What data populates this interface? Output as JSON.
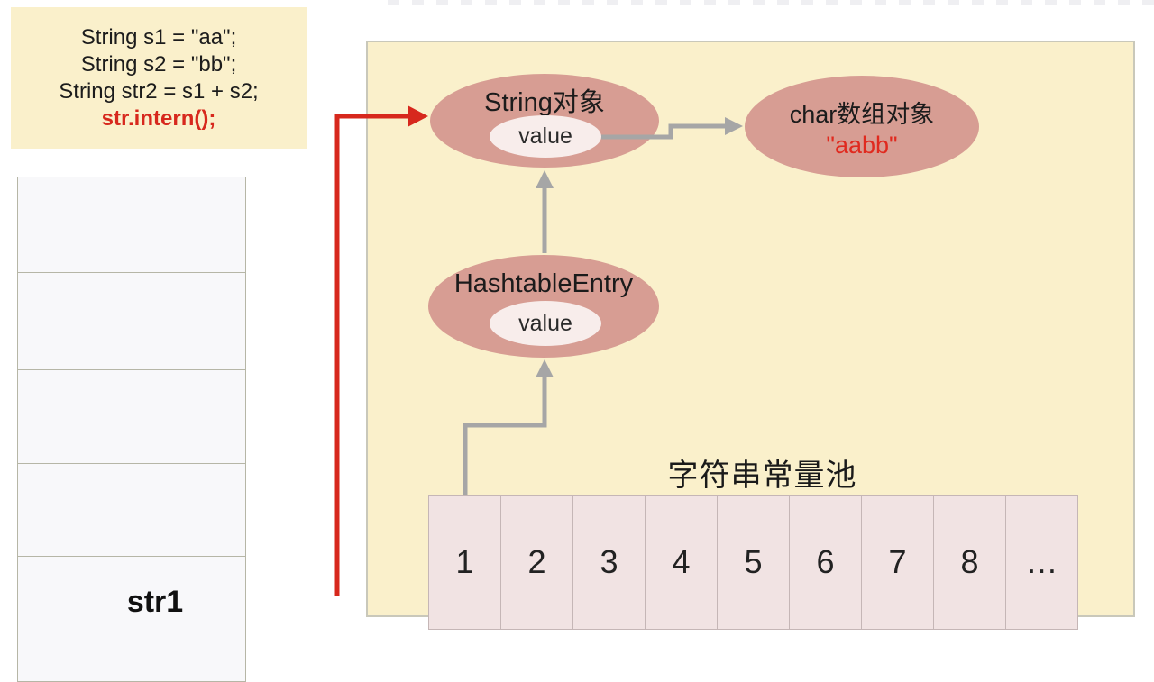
{
  "code_block": {
    "lines": [
      "String s1 = \"aa\";",
      "String s2 = \"bb\";",
      "String str2 = s1 + s2;",
      "str.intern();"
    ],
    "highlighted_line_index": 3
  },
  "stack": {
    "box_count": 5,
    "partial_label": "str1"
  },
  "heap_panel": {
    "string_object": {
      "title": "String对象",
      "field": "value"
    },
    "hashtable_entry": {
      "title": "HashtableEntry",
      "field": "value"
    },
    "char_array": {
      "title": "char数组对象",
      "value": "\"aabb\""
    },
    "pool": {
      "title": "字符串常量池",
      "cells": [
        "1",
        "2",
        "3",
        "4",
        "5",
        "6",
        "7",
        "8",
        "…"
      ]
    }
  },
  "colors": {
    "accent_red": "#d7281d",
    "panel_yellow": "#faf0cb",
    "ellipse_fill": "#d79d93",
    "inner_ellipse_fill": "#f8edeb",
    "pool_cell_fill": "#f1e3e3",
    "arrow_gray": "#a6a6a6"
  }
}
